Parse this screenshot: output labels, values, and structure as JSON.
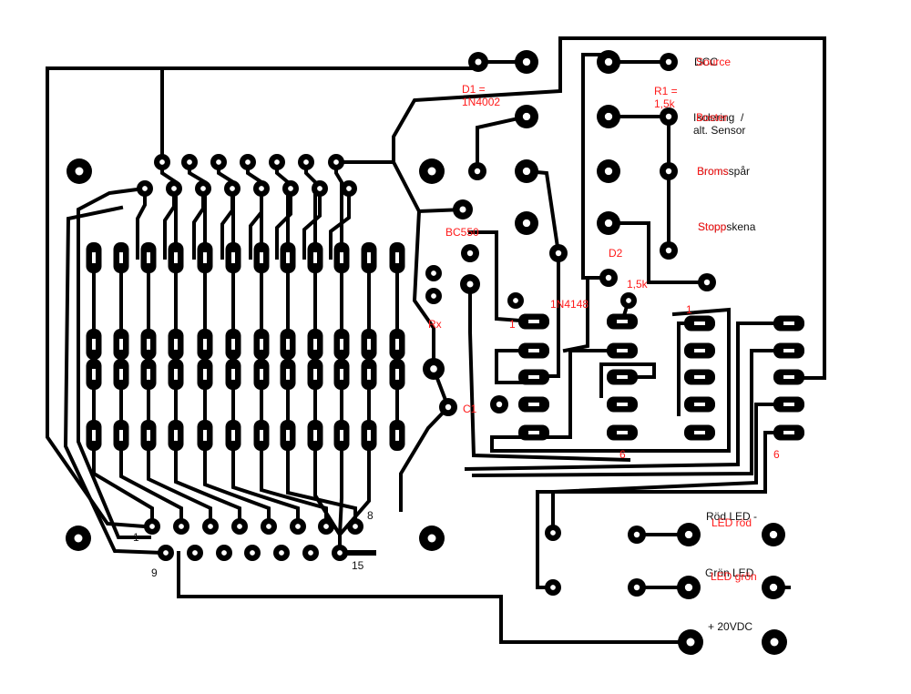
{
  "colors": {
    "trace": "#000000",
    "annotation": "#ff1a1a",
    "text": "#111111",
    "background": "#ffffff"
  },
  "labels": {
    "d1": "D1 =\n1N4002",
    "r1": "R1 =\n1,5k",
    "bc": "BC550",
    "rx": "Rx",
    "c1": "C1",
    "d2": "D2",
    "d2_type": "1N4148",
    "r_15k": "1,5k",
    "ic1_pin1": "1",
    "ic2_pin1": "1",
    "ic1_pin6": "6",
    "ic2_pin6": "6",
    "conn_1": "1",
    "conn_8": "8",
    "conn_9": "9",
    "conn_15": "15",
    "dcc": "DCC",
    "source": "Source",
    "isolering": "Isolering  /\nalt. Sensor",
    "boster": "Boster",
    "bromsspar": "Bromsspår",
    "broms": "Broms",
    "stoppskena": "Stoppskena",
    "stopp": "Stopp",
    "rod_led": "Röd LED -",
    "led_rod": "LED röd",
    "gron_led": "Grön LED",
    "led_gron": "LED grön",
    "supply": "+ 20VDC"
  }
}
